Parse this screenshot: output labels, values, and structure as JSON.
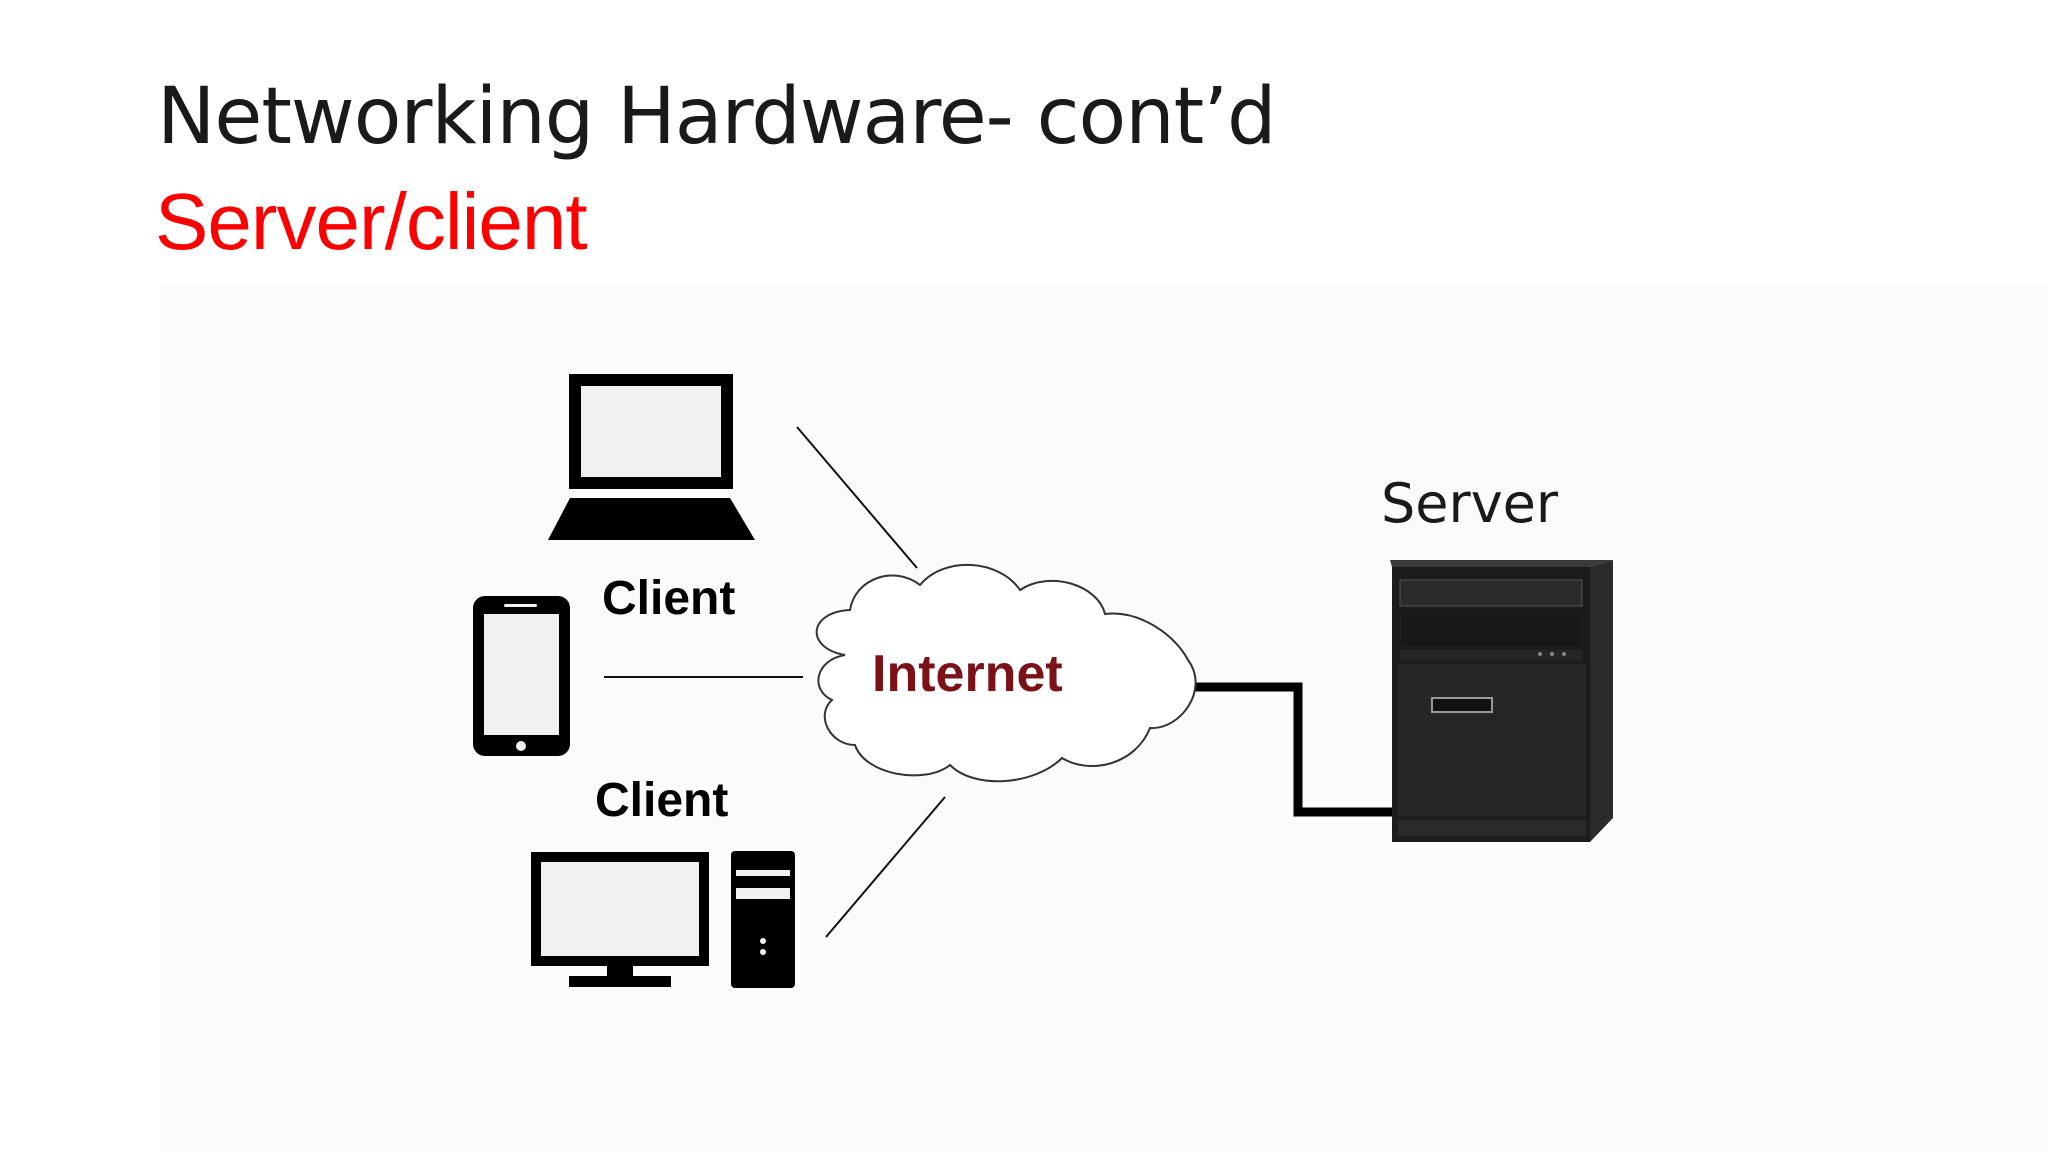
{
  "slide": {
    "title": "Networking Hardware- cont’d",
    "subtitle": "Server/client"
  },
  "diagram": {
    "client_label_top": "Client",
    "client_label_bottom": "Client",
    "cloud_label": "Internet",
    "server_label": "Server",
    "colors": {
      "title": "#1a1a1a",
      "subtitle": "#ff0000",
      "cloud_label": "#7a1218",
      "device": "#000000",
      "server_body": "#1c1c1c"
    },
    "icons": [
      "laptop-icon",
      "tablet-icon",
      "desktop-monitor-icon",
      "desktop-tower-icon",
      "cloud-icon",
      "server-tower-icon"
    ]
  }
}
